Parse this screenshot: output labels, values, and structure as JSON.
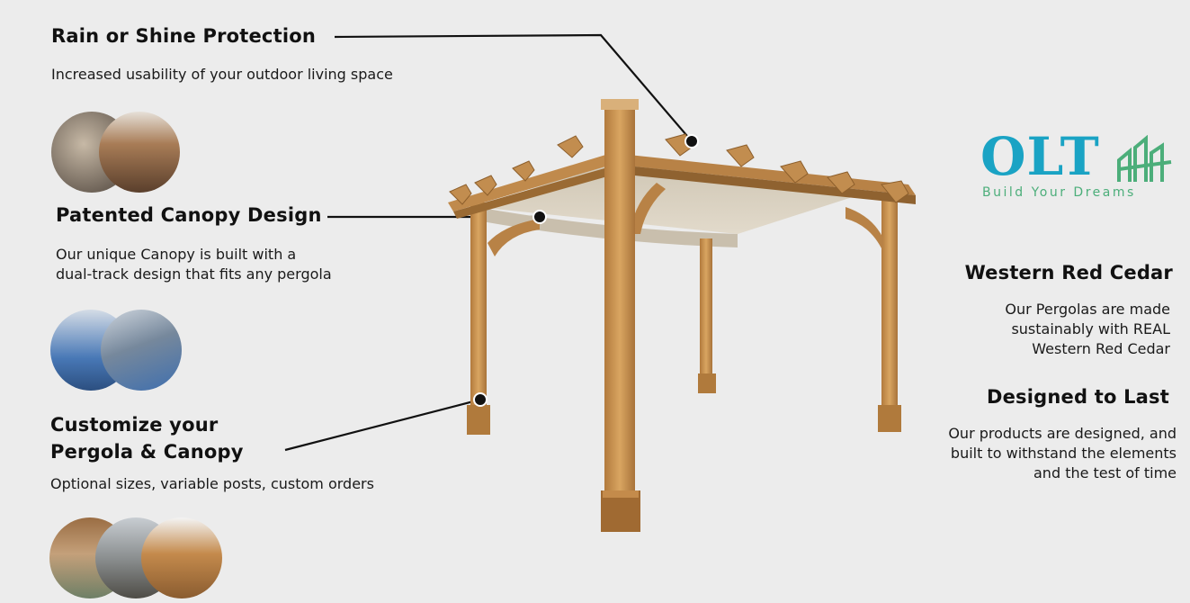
{
  "features": [
    {
      "id": "rain",
      "title": "Rain or Shine Protection",
      "desc": "Increased usability of your outdoor living space"
    },
    {
      "id": "canopy",
      "title": "Patented Canopy Design",
      "desc_lines": [
        "Our unique Canopy is built with a",
        "dual-track design that fits any pergola"
      ]
    },
    {
      "id": "customize",
      "title_lines": [
        "Customize your",
        "Pergola & Canopy"
      ],
      "desc": "Optional sizes, variable posts, custom orders"
    },
    {
      "id": "cedar",
      "title": "Western Red Cedar",
      "desc_lines": [
        "Our Pergolas are made",
        "sustainably with REAL",
        "Western Red Cedar"
      ]
    },
    {
      "id": "last",
      "title": "Designed to Last",
      "desc_lines": [
        "Our products are designed, and",
        "built to withstand the elements",
        "and the test of time"
      ]
    }
  ],
  "logo": {
    "text": "OLT",
    "tagline": "Build Your Dreams",
    "color_text": "#1aa3c4",
    "color_icon": "#4cae7a"
  },
  "colors": {
    "background": "#ececec",
    "wood": "#c8924f",
    "wood_dark": "#9a6a33",
    "canopy": "#d8cfbd"
  }
}
